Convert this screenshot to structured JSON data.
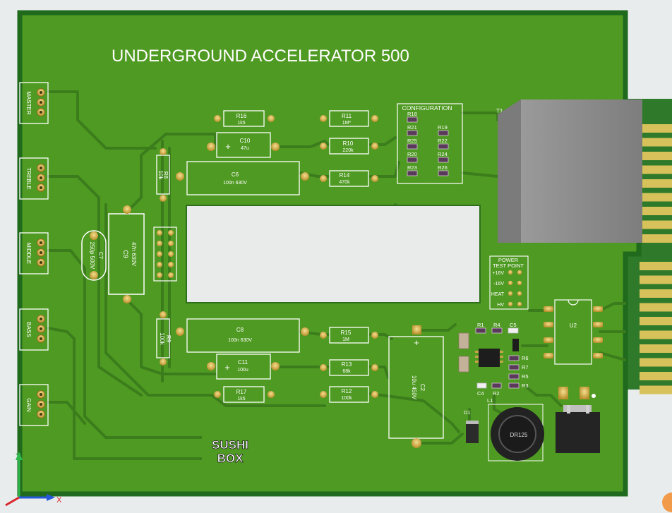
{
  "board": {
    "title": "UNDERGROUND ACCELERATOR 500",
    "logo": {
      "line1": "SUSHI",
      "line2": "BOX"
    }
  },
  "connectors": [
    {
      "label": "MASTER"
    },
    {
      "label": "TREBLE"
    },
    {
      "label": "MIDDLE"
    },
    {
      "label": "BASS"
    },
    {
      "label": "GAIN"
    }
  ],
  "resistors": [
    {
      "ref": "R16",
      "value": "1k5"
    },
    {
      "ref": "R11",
      "value": "1M*"
    },
    {
      "ref": "R10",
      "value": "220k"
    },
    {
      "ref": "R14",
      "value": "470k"
    },
    {
      "ref": "R8",
      "value": "10k"
    },
    {
      "ref": "R9",
      "value": "100k"
    },
    {
      "ref": "R15",
      "value": "1M"
    },
    {
      "ref": "R13",
      "value": "68k"
    },
    {
      "ref": "R12",
      "value": "100k"
    },
    {
      "ref": "R17",
      "value": "1k5"
    }
  ],
  "capacitors": [
    {
      "ref": "C10",
      "value": "47u"
    },
    {
      "ref": "C6",
      "value": "100n 630V"
    },
    {
      "ref": "C8",
      "value": "100n 630V"
    },
    {
      "ref": "C11",
      "value": "100u"
    },
    {
      "ref": "C9",
      "value": "47n 630V"
    },
    {
      "ref": "C7",
      "value": "250p 500V"
    },
    {
      "ref": "C2",
      "value": "10u 450V"
    }
  ],
  "configuration": {
    "title": "CONFIGURATION",
    "left_refs": [
      "R18",
      "R21",
      "R25",
      "R20",
      "R23"
    ],
    "right_refs": [
      "R19",
      "R22",
      "R24",
      "R26"
    ]
  },
  "power_test_point": {
    "title_line1": "POWER",
    "title_line2": "TEST POINT",
    "labels": [
      "+16V",
      "-16V",
      "HEAT",
      "HV"
    ]
  },
  "smd_labels": {
    "r1": "R1",
    "r4": "R4",
    "c5": "C5",
    "r6": "R6",
    "r7": "R7",
    "r5": "R5",
    "r3": "R3",
    "c4": "C4",
    "r2": "R2",
    "l1": "L1",
    "d1": "D1"
  },
  "inductor": {
    "label": "DR125"
  },
  "ic": {
    "label": "U2"
  },
  "transformer": {
    "label": "T1"
  },
  "axes": {
    "y": "Y",
    "x": "X"
  },
  "colors": {
    "board": "#4f9a22",
    "board_edge": "#1f6a1c",
    "trace": "#3c7f1c",
    "silk": "#ffffff",
    "copper": "#d8b24a",
    "tube_window": "#e8e8e8",
    "transformer": "#8f8f8f",
    "resistor_body": "#5a3a5a"
  }
}
